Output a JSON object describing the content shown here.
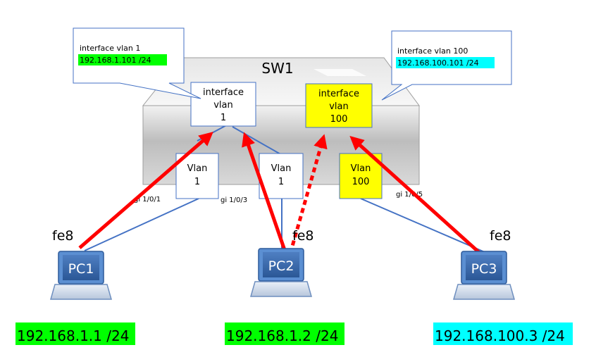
{
  "switch": {
    "name": "SW1"
  },
  "callouts": {
    "left": {
      "title": "interface vlan 1",
      "address": "192.168.1.101 /24",
      "address_color": "#00ff00"
    },
    "right": {
      "title": "interface vlan 100",
      "address": "192.168.100.101 /24",
      "address_color": "#00ffff"
    }
  },
  "svi": {
    "vlan1": {
      "line1": "interface",
      "line2": "vlan",
      "line3": "1"
    },
    "vlan100": {
      "line1": "interface",
      "line2": "vlan",
      "line3": "100",
      "fill": "#ffff00"
    }
  },
  "ports": {
    "p1": {
      "line1": "Vlan",
      "line2": "1"
    },
    "p2": {
      "line1": "Vlan",
      "line2": "1"
    },
    "p3": {
      "line1": "Vlan",
      "line2": "100",
      "fill": "#ffff00"
    }
  },
  "links": {
    "pc1": "gi 1/0/1",
    "pc2": "gi 1/0/3",
    "pc3": "gi 1/0/5"
  },
  "pcs": {
    "pc1": {
      "label": "PC1",
      "ll": "fe8",
      "address": "192.168.1.1 /24",
      "address_color": "#00ff00"
    },
    "pc2": {
      "label": "PC2",
      "ll": "fe8",
      "address": "192.168.1.2 /24",
      "address_color": "#00ff00"
    },
    "pc3": {
      "label": "PC3",
      "ll": "fe8",
      "address": "192.168.100.3 /24",
      "address_color": "#00ffff"
    }
  },
  "colors": {
    "arrow": "#ff0000",
    "link": "#4472c4"
  }
}
